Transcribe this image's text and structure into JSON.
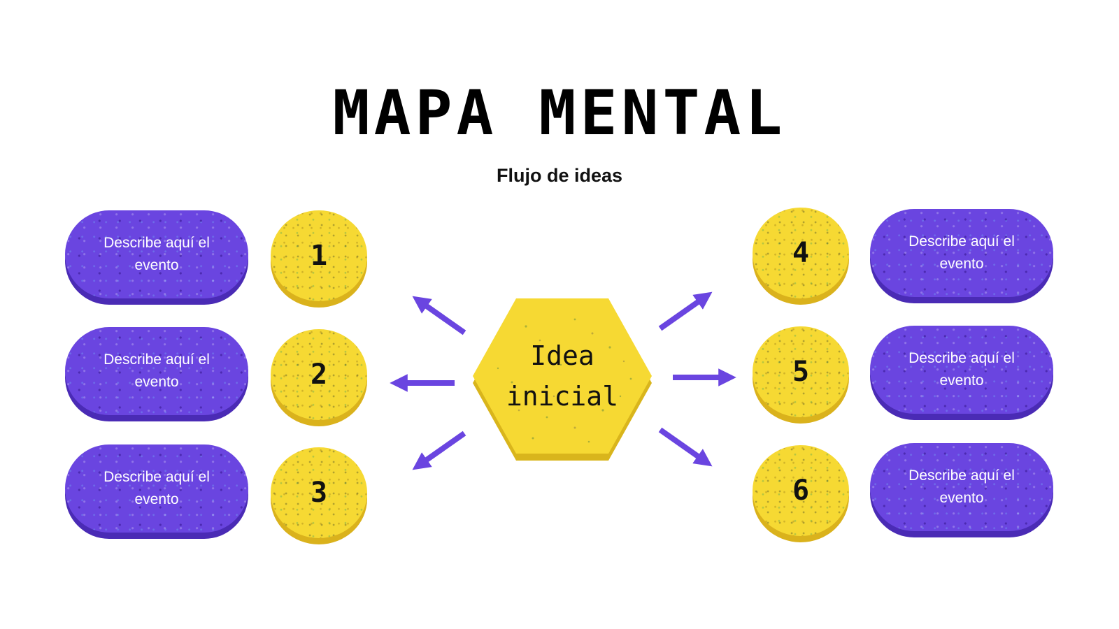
{
  "title": "MAPA MENTAL",
  "subtitle": "Flujo de ideas",
  "center": {
    "label": "Idea inicial"
  },
  "nodes": [
    {
      "number": "1",
      "text": "Describe aquí el evento"
    },
    {
      "number": "2",
      "text": "Describe aquí el evento"
    },
    {
      "number": "3",
      "text": "Describe aquí el evento"
    },
    {
      "number": "4",
      "text": "Describe aquí el evento"
    },
    {
      "number": "5",
      "text": "Describe aquí el evento"
    },
    {
      "number": "6",
      "text": "Describe aquí el evento"
    }
  ],
  "colors": {
    "pill": "#6a45e0",
    "coin": "#f6d933",
    "arrow": "#6a45e0",
    "hexagon": "#f6d933"
  }
}
